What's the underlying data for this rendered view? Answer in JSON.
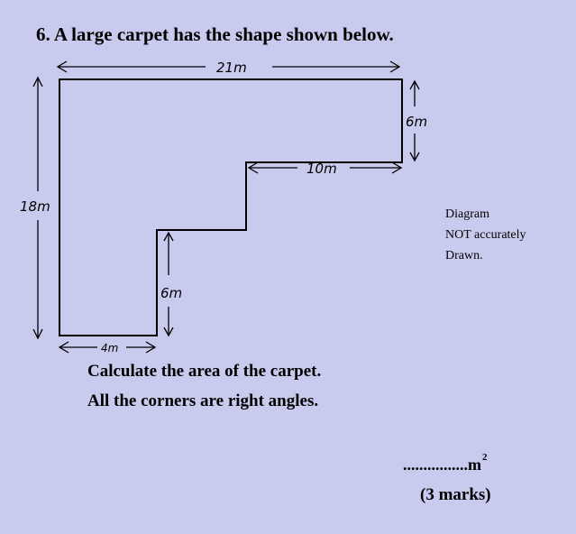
{
  "question": {
    "number": "6.",
    "text": "A large carpet has the shape shown below."
  },
  "diagram": {
    "labels": {
      "top_width": "21m",
      "right_height": "6m",
      "step_width": "10m",
      "left_height": "18m",
      "inner_height": "6m",
      "bottom_width": "4m"
    },
    "note": [
      "Diagram",
      "NOT accurately",
      "Drawn."
    ]
  },
  "instructions": {
    "line1": "Calculate the area of the carpet.",
    "line2": "All the corners are right angles."
  },
  "answer": {
    "dots": "................",
    "unit": "m",
    "superscript": "2"
  },
  "marks": "(3 marks)"
}
